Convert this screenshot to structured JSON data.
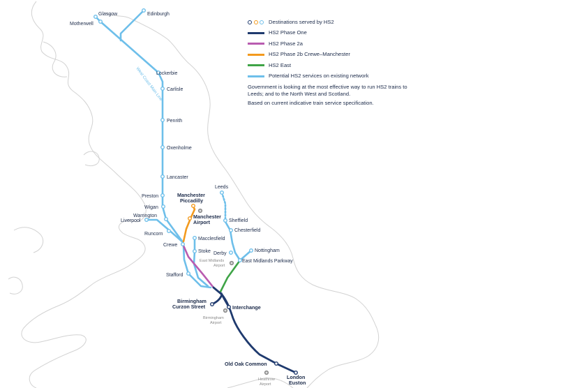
{
  "colors": {
    "phase_one": "#1f3a6e",
    "phase_2a": "#b95cb0",
    "phase_2b": "#f39a1e",
    "east": "#3fa447",
    "existing": "#6ebfea",
    "coast": "#d2d2d2",
    "text": "#1c2b4a",
    "airport": "#8a8a8a"
  },
  "legend": {
    "destinations": "Destinations served by HS2",
    "items": [
      {
        "label": "HS2 Phase One",
        "color": "#1f3a6e"
      },
      {
        "label": "HS2 Phase 2a",
        "color": "#b95cb0"
      },
      {
        "label": "HS2 Phase 2b Crewe–Manchester",
        "color": "#f39a1e"
      },
      {
        "label": "HS2 East",
        "color": "#3fa447"
      },
      {
        "label": "Potential HS2 services on existing network",
        "color": "#6ebfea"
      }
    ],
    "note1": "Government is looking at the most effective way to run HS2 trains to Leeds; and to the North West and Scotland.",
    "note2": "Based on current indicative train service specification."
  },
  "stations": {
    "glasgow": "Glasgow",
    "edinburgh": "Edinburgh",
    "motherwell": "Motherwell",
    "lockerbie": "Lockerbie",
    "carlisle": "Carlisle",
    "penrith": "Penrith",
    "oxenholme": "Oxenholme",
    "lancaster": "Lancaster",
    "preston": "Preston",
    "wigan": "Wigan",
    "warrington": "Warrington",
    "liverpool": "Liverpool",
    "runcorn": "Runcorn",
    "crewe": "Crewe",
    "stafford": "Stafford",
    "manchester_piccadilly_1": "Manchester",
    "manchester_piccadilly_2": "Piccadilly",
    "manchester_airport_1": "Manchester",
    "manchester_airport_2": "Airport",
    "macclesfield": "Macclesfield",
    "stoke": "Stoke",
    "leeds": "Leeds",
    "sheffield": "Sheffield",
    "chesterfield": "Chesterfield",
    "derby": "Derby",
    "nottingham": "Nottingham",
    "east_midlands_parkway": "East Midlands Parkway",
    "east_midlands_airport_1": "East Midlands",
    "east_midlands_airport_2": "Airport",
    "birmingham_curzon_1": "Birmingham",
    "birmingham_curzon_2": "Curzon Street",
    "interchange": "Interchange",
    "birmingham_airport_1": "Birmingham",
    "birmingham_airport_2": "Airport",
    "old_oak_common": "Old Oak Common",
    "heathrow_1": "Heathrow",
    "heathrow_2": "Airport",
    "london_euston_1": "London",
    "london_euston_2": "Euston"
  },
  "route_label": "West Coast Main Line"
}
